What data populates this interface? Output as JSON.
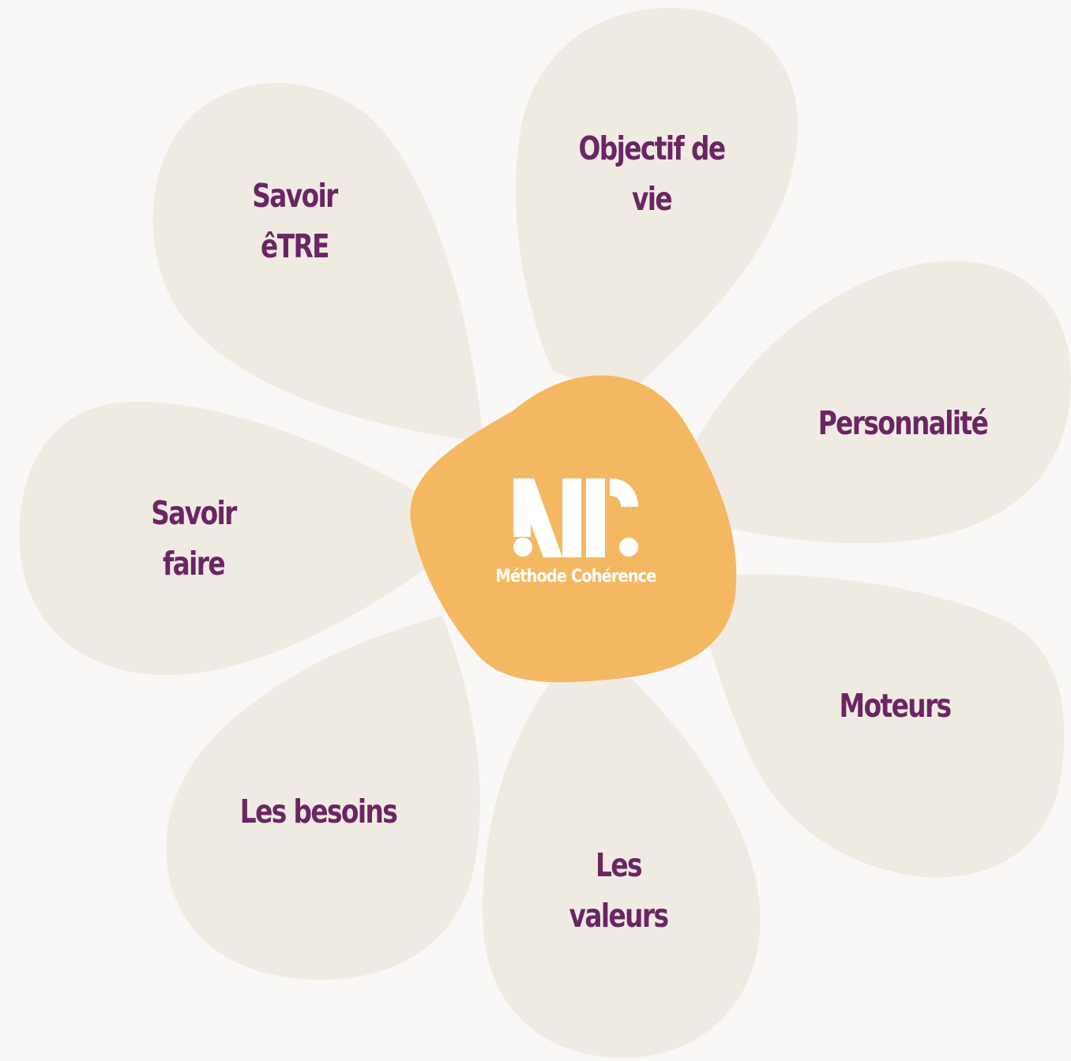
{
  "colors": {
    "background": "#f9f8f6",
    "petal": "#f0ebe2",
    "center": "#f5b862",
    "label": "#6b2563",
    "logo": "#ffffff"
  },
  "petals": [
    {
      "id": "objectif",
      "label": "Objectif de\nvie"
    },
    {
      "id": "personnalite",
      "label": "Personnalité"
    },
    {
      "id": "moteurs",
      "label": "Moteurs"
    },
    {
      "id": "valeurs",
      "label": "Les\nvaleurs"
    },
    {
      "id": "besoins",
      "label": "Les besoins"
    },
    {
      "id": "savoir-faire",
      "label": "Savoir\nfaire"
    },
    {
      "id": "savoir-etre",
      "label": "Savoir\nêTRE"
    }
  ],
  "logo": {
    "monogram": "MC",
    "caption": "Méthode Cohérence"
  }
}
